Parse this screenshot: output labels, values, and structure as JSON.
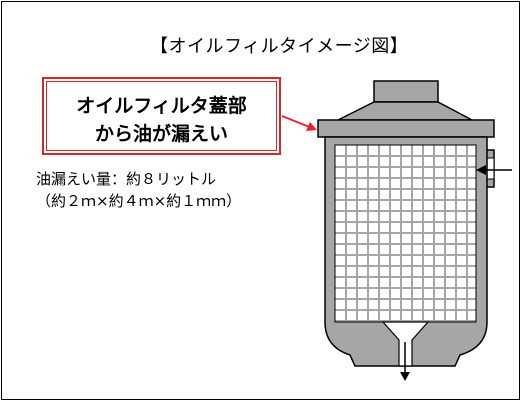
{
  "title": "【オイルフィルタイメージ図】",
  "callout": {
    "line1": "オイルフィルタ蓋部",
    "line2": "から油が漏えい",
    "border_color": "#d8262b"
  },
  "leak_amount": "油漏えい量：約８リットル",
  "leak_dimensions": "（約２ｍ×約４ｍ×約１ｍｍ）",
  "colors": {
    "body_fill": "#a6a6a6",
    "mesh_line": "#a6a6a6",
    "outline": "#000000",
    "arrow_red": "#e8222a"
  }
}
